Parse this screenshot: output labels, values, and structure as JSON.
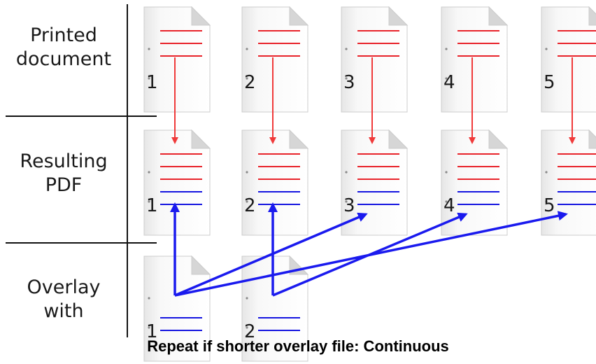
{
  "rows": {
    "printed": [
      "Printed",
      "document"
    ],
    "resulting": [
      "Resulting",
      "PDF"
    ],
    "overlay": [
      "Overlay",
      "with"
    ]
  },
  "printed_pages": [
    "1",
    "2",
    "3",
    "4",
    "5"
  ],
  "resulting_pages": [
    "1",
    "2",
    "3",
    "4",
    "5"
  ],
  "overlay_pages": [
    "1",
    "2"
  ],
  "caption": "Repeat if shorter overlay file: Continuous",
  "colors": {
    "printed_line": "#e8232a",
    "overlay_line": "#1515e0",
    "printed_arrow": "#f03a3a",
    "overlay_arrow": "#1a1aee",
    "divider": "#111111",
    "page_fill": "#f4f4f4",
    "page_border": "#cccccc"
  },
  "mapping": [
    {
      "overlay": 1,
      "result": 1
    },
    {
      "overlay": 2,
      "result": 2
    },
    {
      "overlay": 1,
      "result": 3
    },
    {
      "overlay": 2,
      "result": 4
    },
    {
      "overlay": 1,
      "result": 5
    }
  ]
}
